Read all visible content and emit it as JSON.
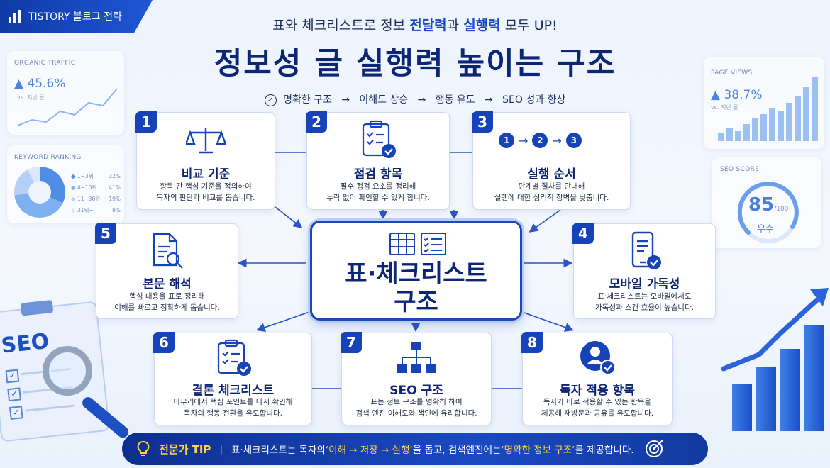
{
  "tag": {
    "label": "TISTORY 블로그 전략"
  },
  "header": {
    "sub_pre": "표와 체크리스트로 정보 ",
    "sub_hl1": "전달력",
    "sub_mid": "과 ",
    "sub_hl2": "실행력",
    "sub_post": " 모두 UP!",
    "title": "정보성 글 실행력 높이는 구조",
    "flow": [
      "명확한 구조",
      "이해도 상승",
      "행동 유도",
      "SEO 성과 향상"
    ],
    "arrow": "→"
  },
  "left_widgets": {
    "traffic": {
      "label": "ORGANIC TRAFFIC",
      "value": "▲ 45.6%",
      "sub": "vs. 지난 달"
    },
    "keyword": {
      "label": "KEYWORD RANKING",
      "rows": [
        {
          "range": "1~3위",
          "pct": "32%"
        },
        {
          "range": "4~10위",
          "pct": "41%"
        },
        {
          "range": "11~30위",
          "pct": "19%"
        },
        {
          "range": "31위~",
          "pct": "8%"
        }
      ]
    },
    "seo_doc": "SEO"
  },
  "right_widgets": {
    "pageviews": {
      "label": "PAGE VIEWS",
      "value": "▲ 38.7%",
      "sub": "vs. 지난 달"
    },
    "score": {
      "label": "SEO SCORE",
      "value": "85",
      "max": "/100",
      "grade": "우수"
    }
  },
  "center": {
    "line1": "표·체크리스트",
    "line2": "구조"
  },
  "cards": [
    {
      "num": "1",
      "title": "비교 기준",
      "desc1": "항목 간 핵심 기준을 정의하여",
      "desc2": "독자의 판단과 비교를 돕습니다."
    },
    {
      "num": "2",
      "title": "점검 항목",
      "desc1": "필수 점검 요소를 정리해",
      "desc2": "누락 없이 확인할 수 있게 합니다."
    },
    {
      "num": "3",
      "title": "실행 순서",
      "desc1": "단계별 절차를 안내해",
      "desc2": "실행에 대한 심리적 장벽을 낮춥니다.",
      "steps": [
        "1",
        "2",
        "3"
      ]
    },
    {
      "num": "4",
      "title": "모바일 가독성",
      "desc1": "표·체크리스트는 모바일에서도",
      "desc2": "가독성과 스캔 효율이 높습니다."
    },
    {
      "num": "5",
      "title": "본문 해석",
      "desc1": "핵심 내용을 표로 정리해",
      "desc2": "이해를 빠르고 정확하게 돕습니다."
    },
    {
      "num": "6",
      "title": "결론 체크리스트",
      "desc1": "마무리에서 핵심 포인트를 다시 확인해",
      "desc2": "독자의 행동 전환을 유도합니다."
    },
    {
      "num": "7",
      "title": "SEO 구조",
      "desc1": "표는 정보 구조를 명확히 하여",
      "desc2": "검색 엔진 이해도와 색인에 유리합니다."
    },
    {
      "num": "8",
      "title": "독자 적용 항목",
      "desc1": "독자가 바로 적용할 수 있는 항목을",
      "desc2": "제공해 재방문과 공유를 유도합니다."
    }
  ],
  "tip": {
    "label": "전문가 TIP",
    "sep": "|",
    "t1": "표·체크리스트는 독자의 ",
    "h1": "‘이해 → 저장 → 실행’",
    "t2": "을 돕고, 검색엔진에는 ",
    "h2": "‘명확한 정보 구조’",
    "t3": "를 제공합니다."
  },
  "colors": {
    "primary": "#1743b8",
    "navy": "#0c2677",
    "highlight": "#ffd43a",
    "card_border": "#cfd9ef"
  }
}
